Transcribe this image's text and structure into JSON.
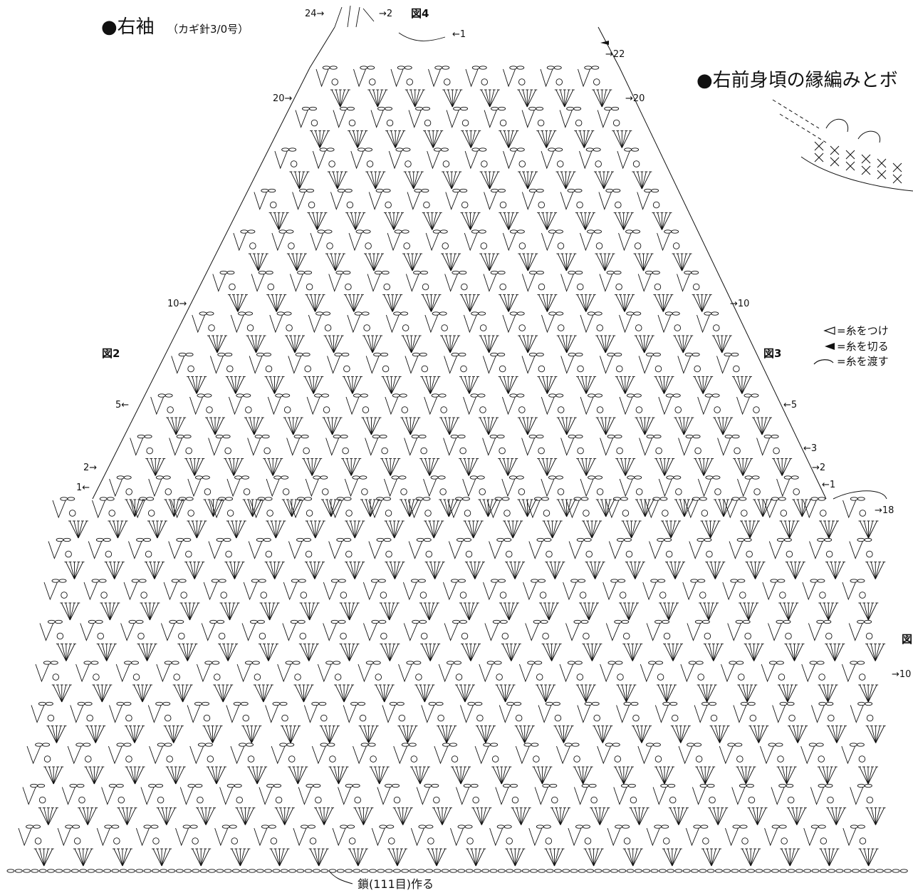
{
  "colors": {
    "ink": "#111111",
    "background": "#ffffff"
  },
  "sleeve": {
    "title": "●右袖",
    "hook_note": "（カギ針3/0号）",
    "foundation_note": "鎖(111目)作る"
  },
  "front_edging": {
    "title": "●右前身頃の縁編みとボ"
  },
  "figure_labels": {
    "fig2": "図2",
    "fig3": "図3",
    "fig4": "図4",
    "fig5": "図"
  },
  "legend": {
    "attach": "=糸をつけ",
    "cut": "=糸を切る",
    "carry": "=糸を渡す"
  },
  "row_markers": {
    "top_left_24": "24→",
    "top_2": "→2",
    "top_1": "←1",
    "right_22": "→22",
    "left_20": "20→",
    "right_20": "→20",
    "left_10": "10→",
    "right_10": "→10",
    "left_5": "5←",
    "right_5": "←5",
    "right_3": "←3",
    "left_2": "2→",
    "right_2": "→2",
    "left_1": "1←",
    "right_1": "←1",
    "right_18": "→18",
    "right_10b": "→10"
  }
}
